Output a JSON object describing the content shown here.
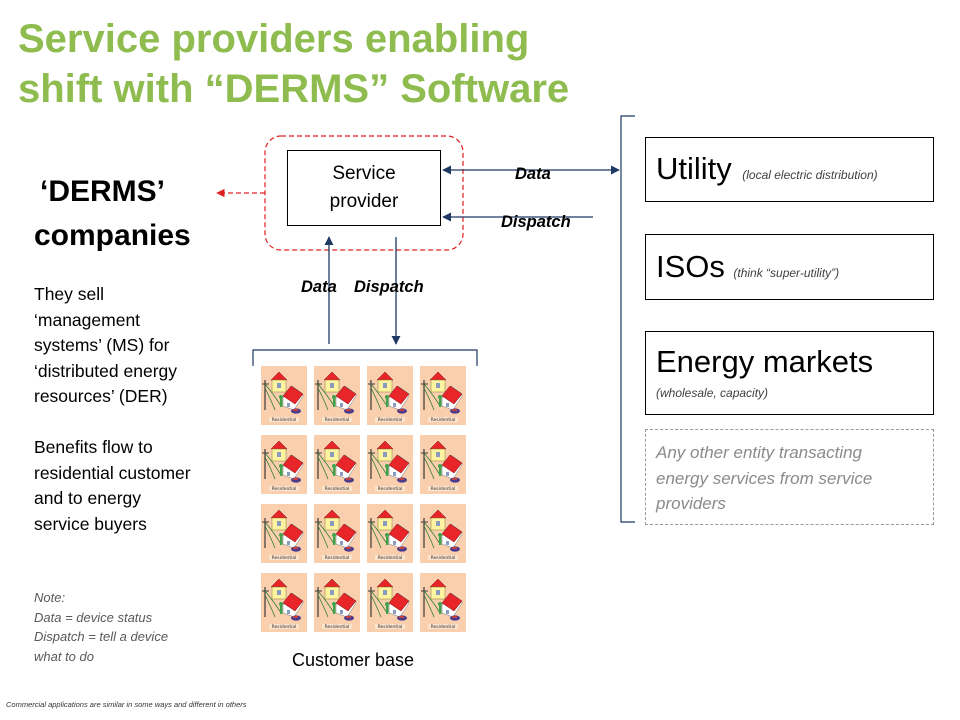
{
  "title": {
    "line1": "Service providers enabling",
    "line2": "shift with “DERMS” Software"
  },
  "derms": {
    "line1": "‘DERMS’",
    "line2": "companies"
  },
  "description": [
    "They sell",
    "‘management",
    "systems’ (MS) for",
    "‘distributed energy",
    "resources’ (DER)"
  ],
  "benefits": [
    "Benefits flow to",
    "residential customer",
    "and to energy",
    "service buyers"
  ],
  "note": [
    "Note:",
    "Data =  device status",
    "Dispatch = tell a device",
    "what to do"
  ],
  "service_provider": {
    "line1": "Service",
    "line2": "provider"
  },
  "flow_labels": {
    "data_right": "Data",
    "dispatch_right": "Dispatch",
    "data_down": "Data",
    "dispatch_down": "Dispatch"
  },
  "entities": [
    {
      "name": "Utility",
      "sub": "(local electric distribution)"
    },
    {
      "name": "ISOs",
      "sub": "(think “super-utility”)"
    },
    {
      "name": "Energy markets",
      "sub": "(wholesale, capacity)"
    }
  ],
  "other_entity": [
    "Any other entity transacting",
    "energy services from service",
    "providers"
  ],
  "customer_base_label": "Customer base",
  "house_tile_label": "Residential",
  "footnote": "Commercial applications are similar in some ways and different in others",
  "colors": {
    "title": "#8fbc4f",
    "dashed_red": "#e02020",
    "arrow_navy": "#1f3864",
    "tile_bg": "#f9cfae",
    "roof": "#e8262a",
    "house_yellow": "#fdf3a0"
  }
}
